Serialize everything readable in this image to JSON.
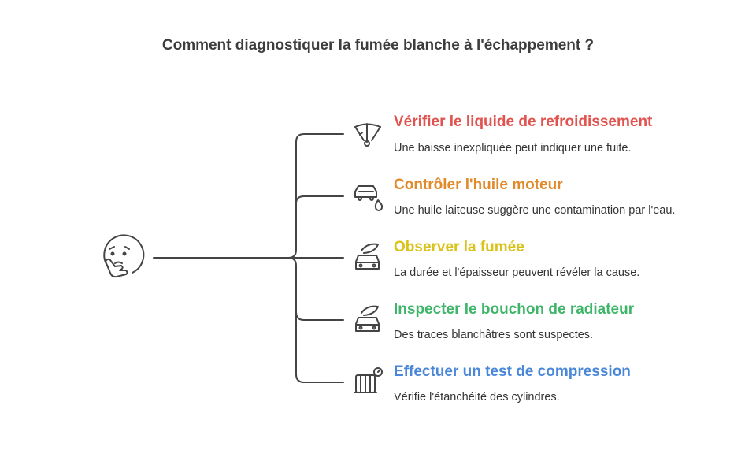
{
  "title": "Comment diagnostiquer la fumée blanche à l'échappement ?",
  "items": [
    {
      "title": "Vérifier le liquide de refroidissement",
      "description": "Une baisse inexpliquée peut indiquer une fuite.",
      "color": "#e0534f",
      "icon": "coolant-reservoir-icon"
    },
    {
      "title": "Contrôler l'huile moteur",
      "description": "Une huile laiteuse suggère une contamination par l'eau.",
      "color": "#e08a2c",
      "icon": "car-oil-drop-icon"
    },
    {
      "title": "Observer la fumée",
      "description": "La durée et l'épaisseur peuvent révéler la cause.",
      "color": "#d9c21a",
      "icon": "car-smoke-icon"
    },
    {
      "title": "Inspecter le bouchon de radiateur",
      "description": "Des traces blanchâtres sont suspectes.",
      "color": "#3fb56a",
      "icon": "car-radiator-icon"
    },
    {
      "title": "Effectuer un test de compression",
      "description": "Vérifie l'étanchéité des cylindres.",
      "color": "#4a87d8",
      "icon": "compression-gauge-icon"
    }
  ],
  "central_icon": "thinking-face-icon"
}
